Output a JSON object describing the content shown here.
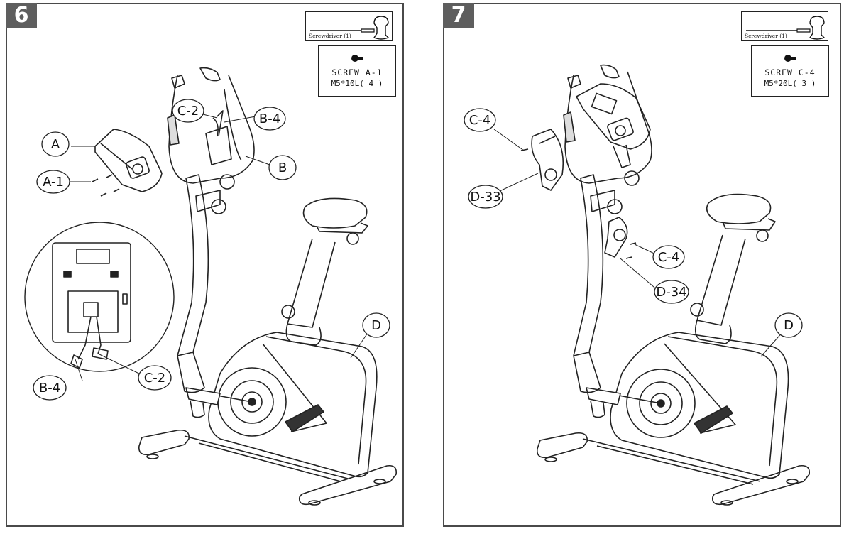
{
  "steps": [
    {
      "number": "6",
      "tool": {
        "label": "Screwdriver (1)",
        "icon": "screwdriver-icon"
      },
      "screw": {
        "name": "SCREW A-1",
        "spec": "M5*10L( 4 )",
        "icon": "screw-icon"
      },
      "callouts": {
        "a": "A",
        "a1": "A-1",
        "c2_top": "C-2",
        "b4_top": "B-4",
        "b": "B",
        "b4_bottom": "B-4",
        "c2_bottom": "C-2",
        "d": "D"
      }
    },
    {
      "number": "7",
      "tool": {
        "label": "Screwdriver (1)",
        "icon": "screwdriver-icon"
      },
      "screw": {
        "name": "SCREW C-4",
        "spec": "M5*20L( 3 )",
        "icon": "screw-icon"
      },
      "callouts": {
        "c4_left": "C-4",
        "d33": "D-33",
        "c4_right": "C-4",
        "d34": "D-34",
        "d": "D"
      }
    }
  ]
}
